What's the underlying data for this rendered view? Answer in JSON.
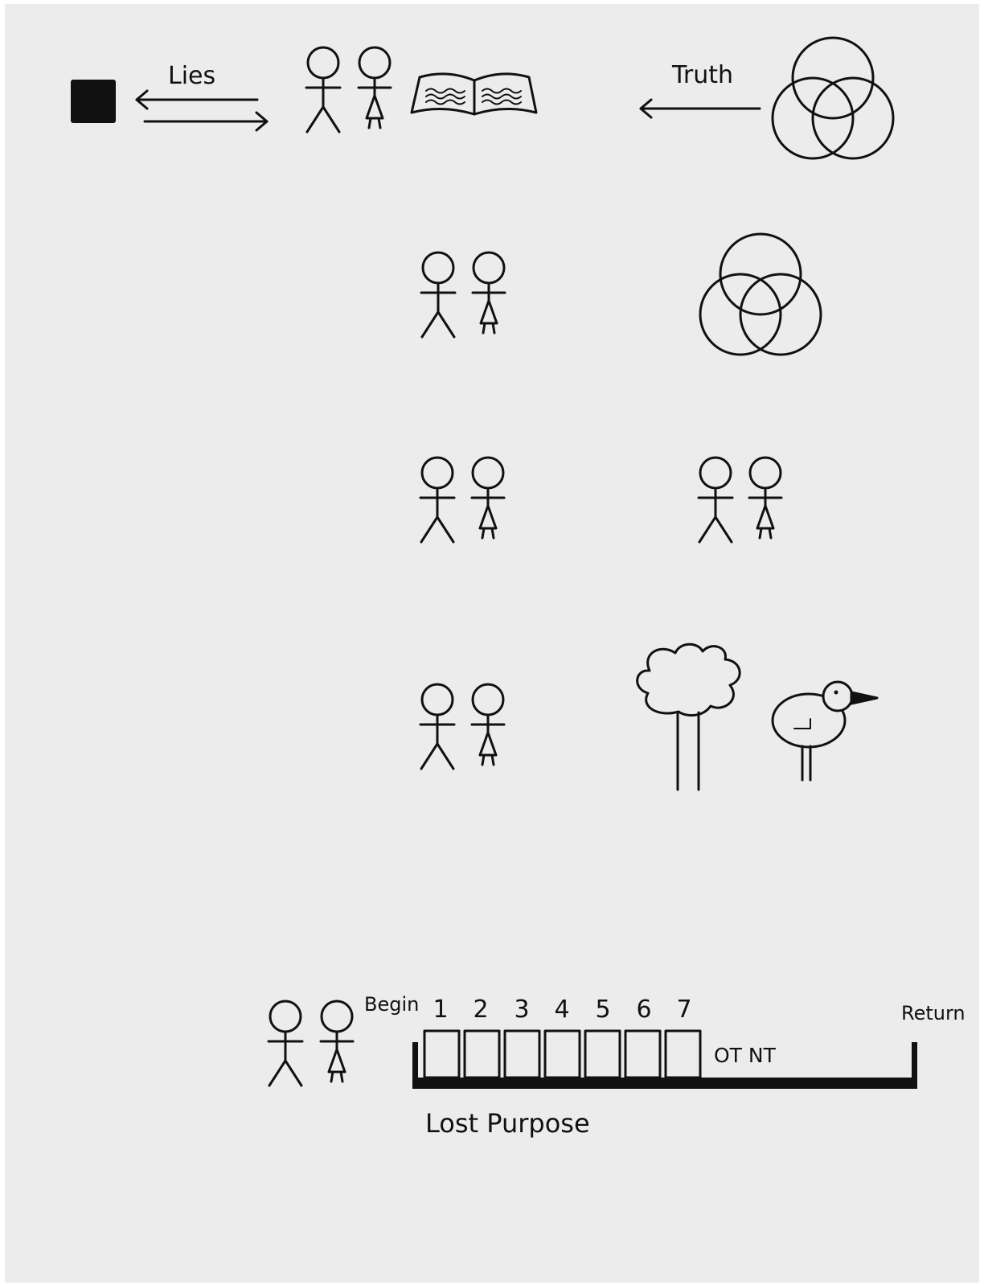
{
  "labels": {
    "lies": "Lies",
    "truth": "Truth",
    "begin": "Begin",
    "return": "Return",
    "testaments": "OT NT",
    "lost_purpose": "Lost Purpose"
  },
  "timeline_numbers": [
    "1",
    "2",
    "3",
    "4",
    "5",
    "6",
    "7"
  ],
  "colors": {
    "background": "#ececec",
    "ink": "#111111"
  },
  "icons": [
    "black-square-icon",
    "arrow-left-icon",
    "arrow-right-icon",
    "man-figure-icon",
    "woman-figure-icon",
    "open-book-icon",
    "trinity-circles-icon",
    "tree-icon",
    "bird-icon"
  ]
}
